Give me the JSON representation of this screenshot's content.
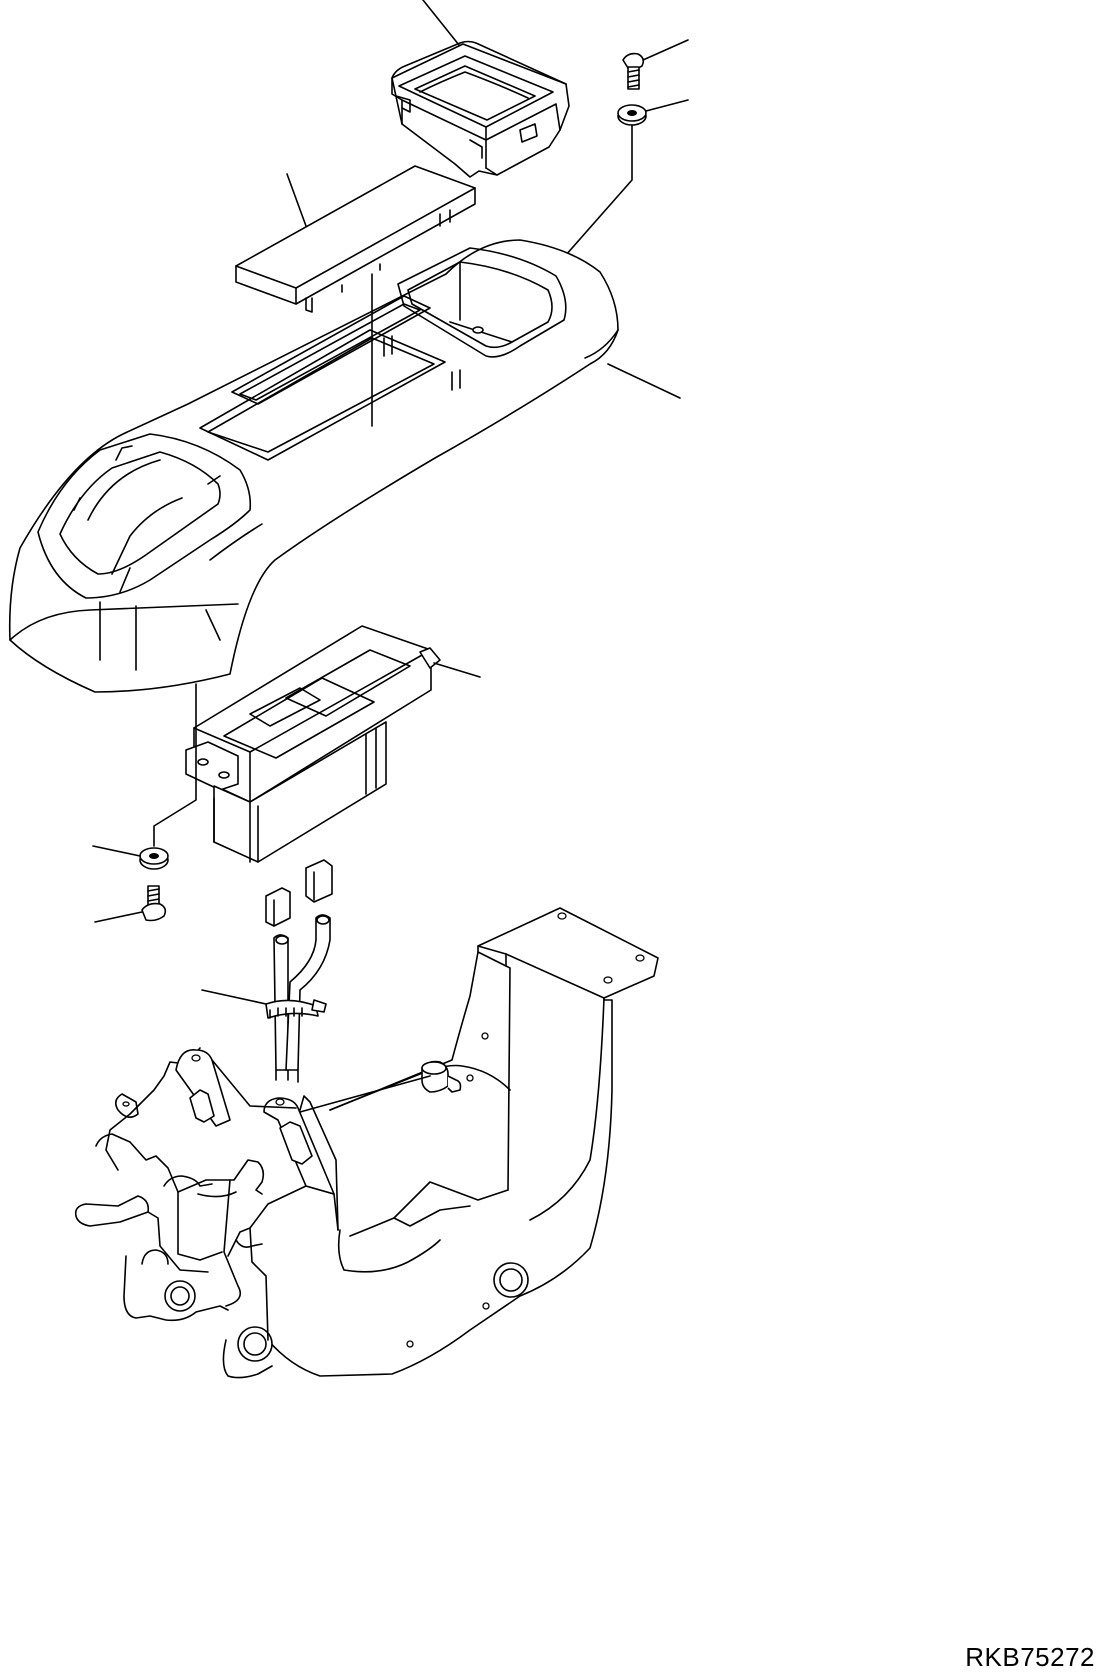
{
  "drawing": {
    "code": "RKB75272",
    "parts": [
      {
        "name": "storage-tray"
      },
      {
        "name": "mounting-bolt"
      },
      {
        "name": "washer"
      },
      {
        "name": "top-cover-panel"
      },
      {
        "name": "console-box"
      },
      {
        "name": "controller-unit"
      },
      {
        "name": "washer-lower"
      },
      {
        "name": "bolt-lower"
      },
      {
        "name": "wire-harness-clamp"
      },
      {
        "name": "console-bracket-frame"
      }
    ]
  }
}
